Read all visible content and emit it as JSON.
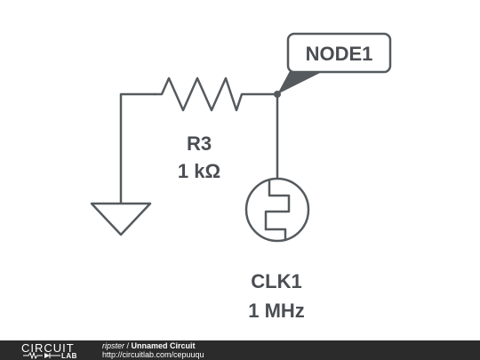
{
  "diagram": {
    "node_label": "NODE1",
    "resistor": {
      "name": "R3",
      "value": "1 kΩ"
    },
    "clock": {
      "name": "CLK1",
      "value": "1 MHz"
    }
  },
  "footer": {
    "logo_top": "CIRCUIT",
    "logo_bottom": "LAB",
    "author": "ripster",
    "separator": " / ",
    "title": "Unnamed Circuit",
    "url": "http://circuitlab.com/cepuuqu"
  }
}
